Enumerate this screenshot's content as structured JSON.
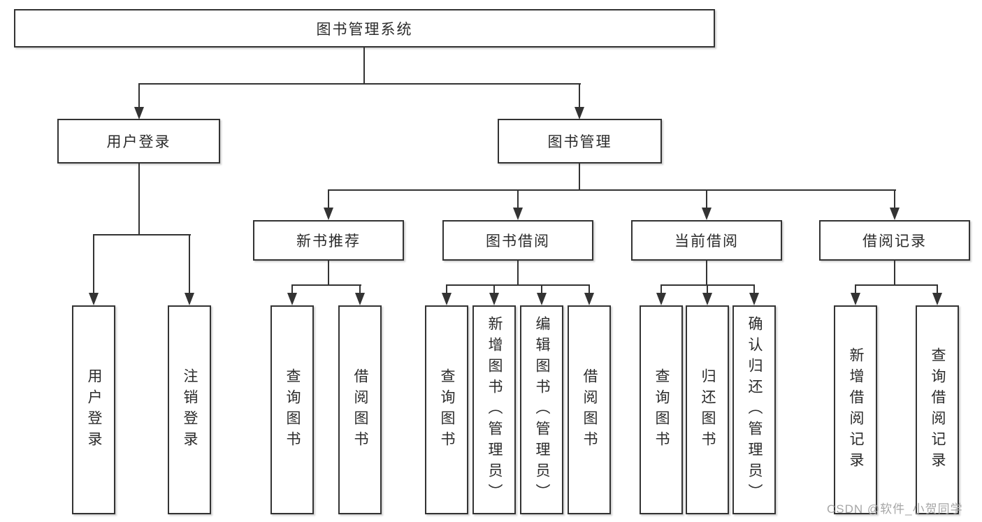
{
  "nodes": {
    "root": "图书管理系统",
    "user_login": "用户登录",
    "book_management": "图书管理",
    "new_book_recommendation": "新书推荐",
    "book_borrowing": "图书借阅",
    "current_borrowing": "当前借阅",
    "borrowing_records": "借阅记录",
    "leaf_user_login": "用户登录",
    "leaf_logout": "注销登录",
    "leaf_query_books_1": "查询图书",
    "leaf_borrow_books_1": "借阅图书",
    "leaf_query_books_2": "查询图书",
    "leaf_add_books_admin": "新增图书（管理员）",
    "leaf_edit_books_admin": "编辑图书（管理员）",
    "leaf_borrow_books_2": "借阅图书",
    "leaf_query_books_3": "查询图书",
    "leaf_return_books": "归还图书",
    "leaf_confirm_return_admin": "确认归还（管理员）",
    "leaf_add_borrow_record": "新增借阅记录",
    "leaf_query_borrow_record": "查询借阅记录"
  },
  "watermark": "CSDN @软件_小贺同学",
  "colors": {
    "line": "#333333",
    "box_background": "#ffffff",
    "text": "#2b2b2b",
    "watermark_text": "#a6a6a6",
    "page_background": "#ffffff"
  }
}
